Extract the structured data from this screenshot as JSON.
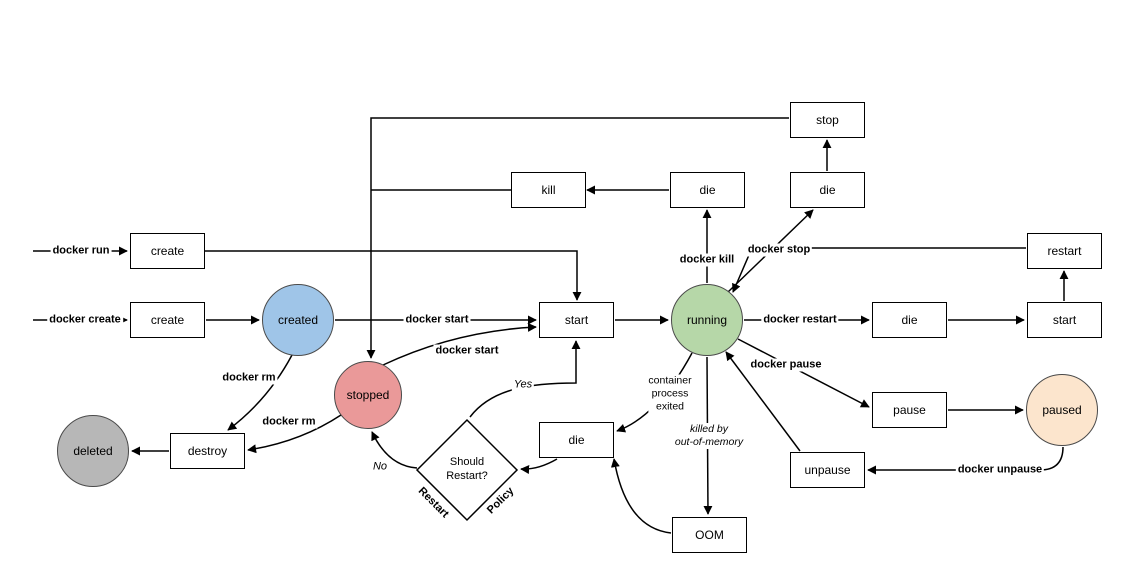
{
  "states": {
    "created": {
      "label": "created",
      "color": "#9fc5e8"
    },
    "stopped": {
      "label": "stopped",
      "color": "#ea9999"
    },
    "running": {
      "label": "running",
      "color": "#b6d7a8"
    },
    "paused": {
      "label": "paused",
      "color": "#fce5cd"
    },
    "deleted": {
      "label": "deleted",
      "color": "#b7b7b7"
    }
  },
  "events": {
    "stop": "stop",
    "kill": "kill",
    "die_top": "die",
    "die_top_right": "die",
    "create_run": "create",
    "restart": "restart",
    "create": "create",
    "start_main": "start",
    "die_right": "die",
    "start_right": "start",
    "pause": "pause",
    "die_exit": "die",
    "destroy": "destroy",
    "unpause": "unpause",
    "oom": "OOM"
  },
  "commands": {
    "docker_run": "docker run",
    "docker_create": "docker create",
    "docker_start_main": "docker start",
    "docker_start_stopped": "docker start",
    "docker_rm_created": "docker rm",
    "docker_rm_stopped": "docker rm",
    "docker_kill": "docker kill",
    "docker_stop": "docker stop",
    "docker_restart": "docker restart",
    "docker_pause": "docker pause",
    "docker_unpause": "docker unpause"
  },
  "decision": {
    "line1": "Should",
    "line2": "Restart?",
    "yes": "Yes",
    "no": "No",
    "edge_left": "Restart",
    "edge_right": "Policy"
  },
  "notes": {
    "exited_1": "container",
    "exited_2": "process",
    "exited_3": "exited",
    "oom_1": "killed by",
    "oom_2": "out-of-memory"
  }
}
